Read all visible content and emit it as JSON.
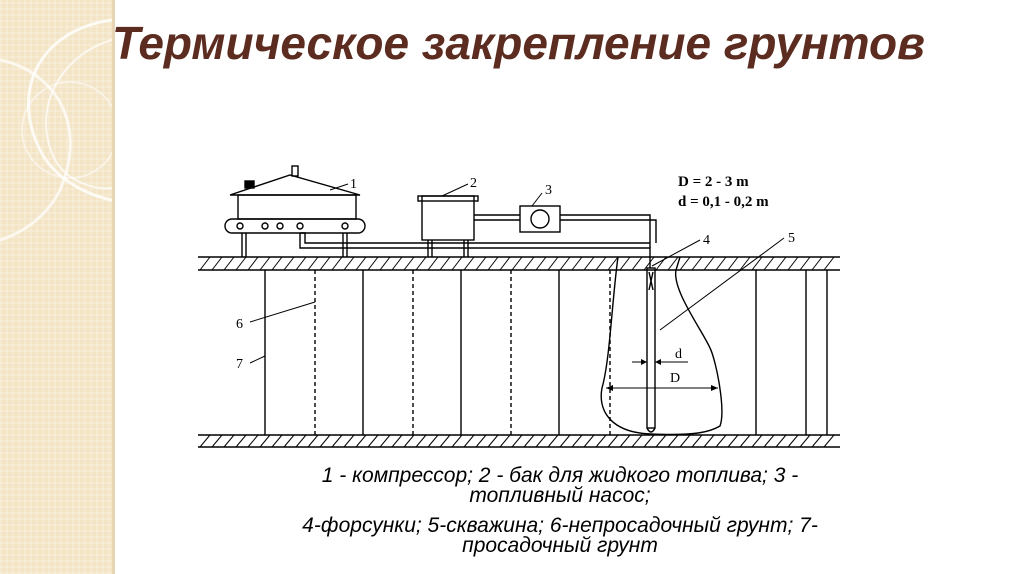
{
  "slide": {
    "title": "Термическое закрепление грунтов",
    "accent_color": "#5b2c1f",
    "decor_color": "#f3e4c6"
  },
  "diagram": {
    "parameters": [
      "D = 2 - 3 m",
      "d = 0,1 - 0,2 m"
    ],
    "callouts": [
      "1",
      "2",
      "3",
      "4",
      "5",
      "6",
      "7"
    ],
    "dimension_labels": [
      "d",
      "D"
    ]
  },
  "caption": {
    "lines": [
      "1 - компрессор; 2 - бак для жидкого топлива; 3 -",
      "топливный насос;",
      "4-форсунки; 5-скважина; 6-непросадочный грунт; 7-",
      "просадочный грунт"
    ]
  }
}
